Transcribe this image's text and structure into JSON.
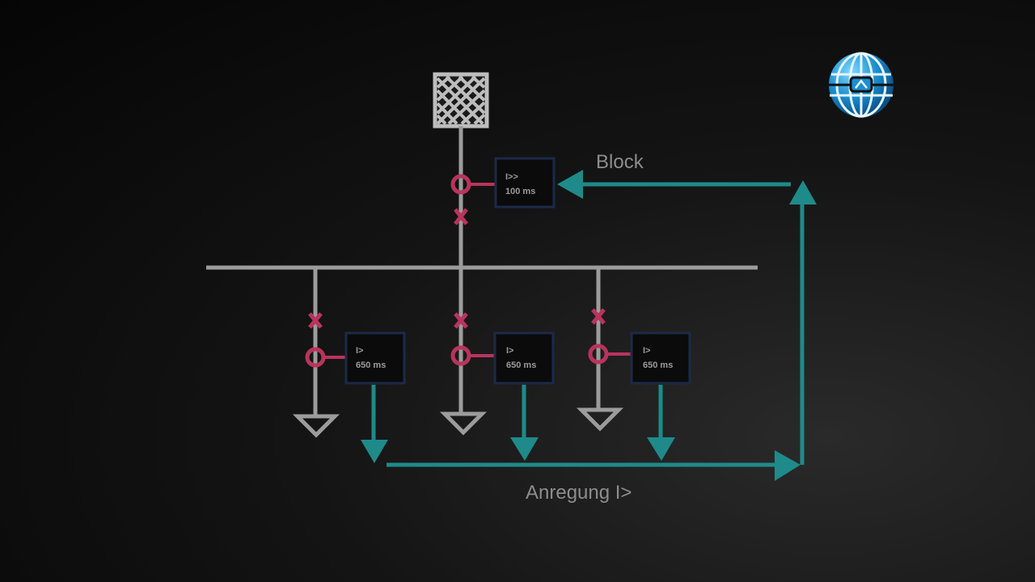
{
  "labels": {
    "block": "Block",
    "anregung": "Anregung I>"
  },
  "incomer_relay": {
    "function": "I>>",
    "delay": "100 ms"
  },
  "feeder_relays": [
    {
      "function": "I>",
      "delay": "650 ms"
    },
    {
      "function": "I>",
      "delay": "650 ms"
    },
    {
      "function": "I>",
      "delay": "650 ms"
    }
  ],
  "colors": {
    "busbar": "#9c9c9c",
    "breaker": "#b8345c",
    "signal": "#1f8a8a",
    "relay_border": "#1c2a48",
    "label_text": "#8d8d8d"
  },
  "icons": {
    "source": "grid-source-icon",
    "logo": "globe-logo-icon"
  }
}
